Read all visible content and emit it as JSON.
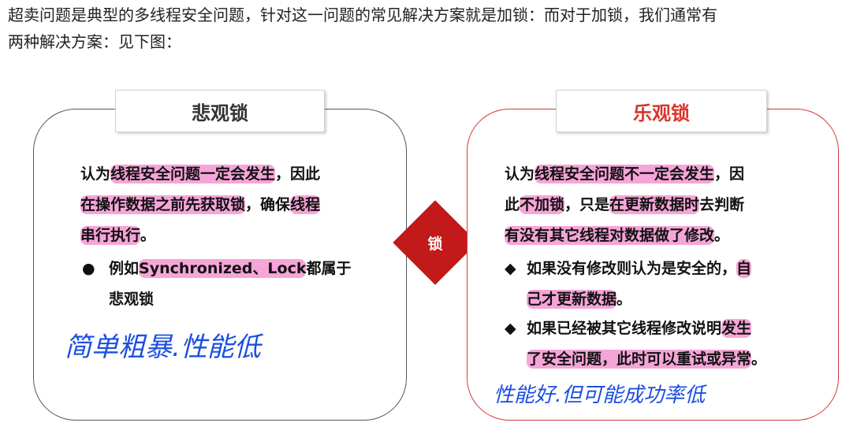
{
  "intro": {
    "line1": "超卖问题是典型的多线程安全问题，针对这一问题的常见解决方案就是加锁：而对于加锁，我们通常有",
    "line2": "两种解决方案：见下图："
  },
  "figure": {
    "center_label": "锁",
    "pessimistic": {
      "title": "悲观锁",
      "l1_a": "认为",
      "l1_b": "线程安全问题一定会发生",
      "l1_c": "，因此",
      "l2_a": "在操作数据之前先获取锁",
      "l2_b": "，确保",
      "l2_c": "线程",
      "l3_a": "串行执行",
      "l3_b": "。",
      "bullet_mark": "●",
      "bullet_l1_a": "例如",
      "bullet_l1_b": "Synchronized、Lock",
      "bullet_l1_c": "都属于",
      "bullet_l2": "悲观锁",
      "handwritten_note": "简单粗暴.性能低"
    },
    "optimistic": {
      "title": "乐观锁",
      "l1_a": "认为",
      "l1_b": "线程安全问题不一定会发生",
      "l1_c": "，因",
      "l2_a": "此",
      "l2_b": "不加锁",
      "l2_c": "，只是",
      "l2_d": "在更新数据时",
      "l2_e": "去判断",
      "l3_a": "有没有其它线程对数据做了修改",
      "l3_b": "。",
      "b1_mark": "◆",
      "b1_l1_a": "如果没有修改则认为是安全的，",
      "b1_l1_b": "自",
      "b1_l2_a": "己才更新数据",
      "b1_l2_b": "。",
      "b2_mark": "◆",
      "b2_l1_a": "如果已经被其它线程修改说明",
      "b2_l1_b": "发生",
      "b2_l2_a": "了安全问题，此时可以重试或异常",
      "b2_l2_b": "。",
      "handwritten_note": "性能好.但可能成功率低"
    }
  }
}
